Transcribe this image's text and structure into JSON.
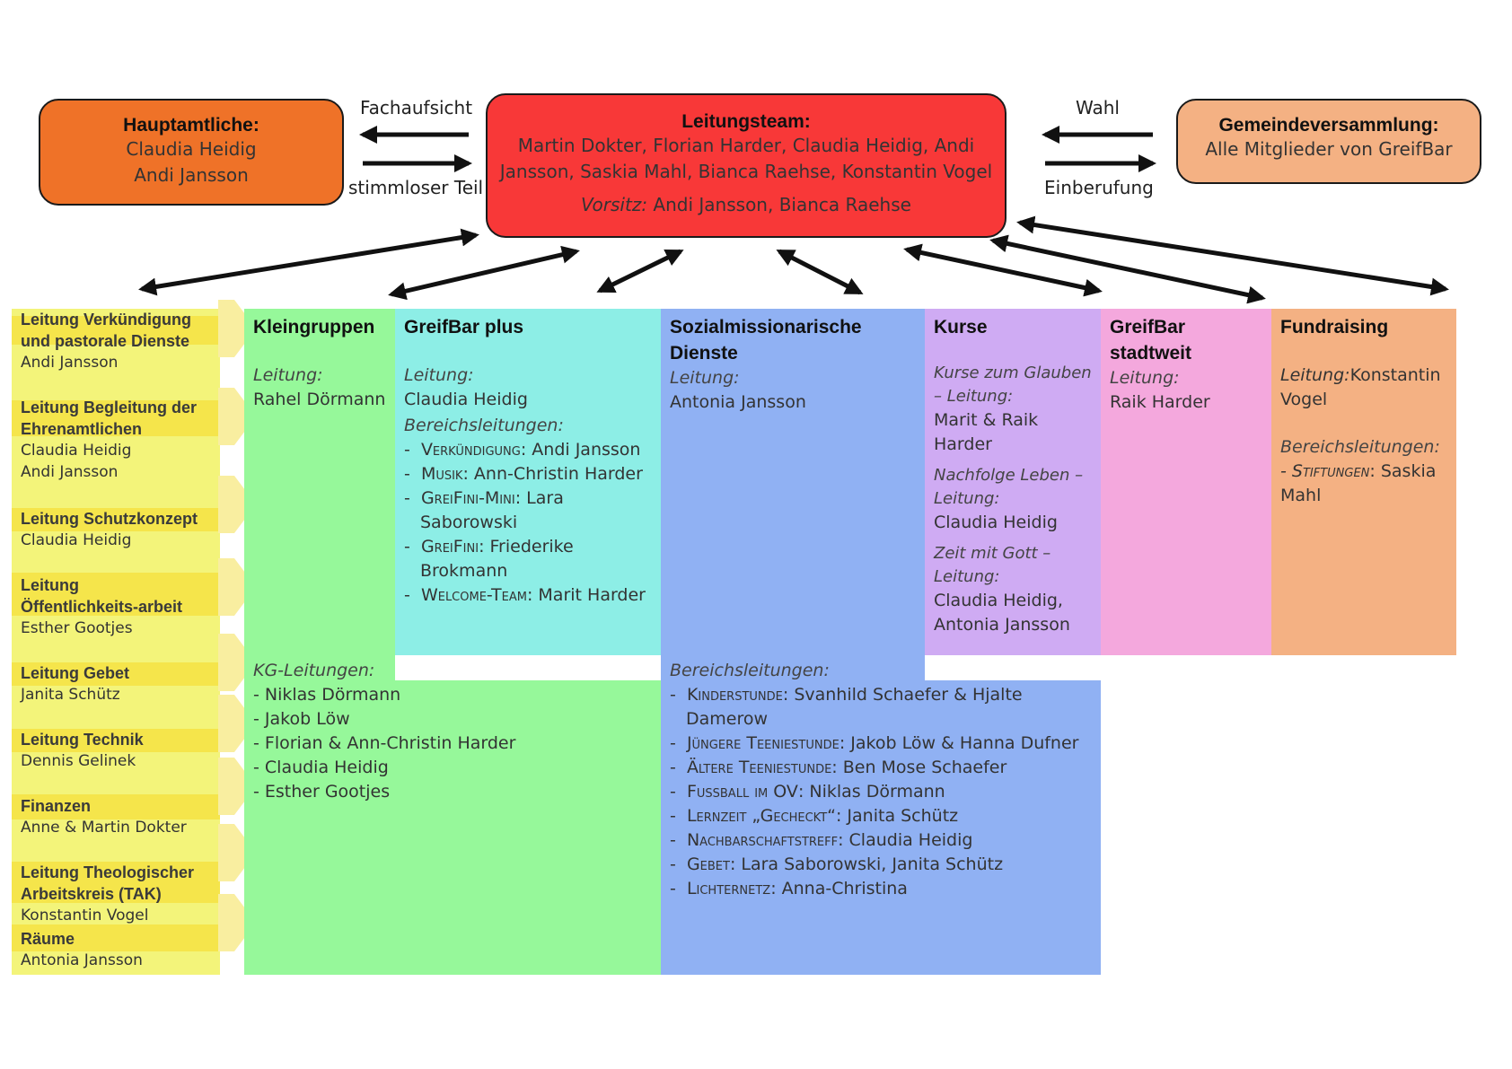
{
  "hauptamtliche": {
    "title": "Hauptamtliche:",
    "lines": [
      "Claudia Heidig",
      "Andi Jansson"
    ]
  },
  "leitungsteam": {
    "title": "Leitungsteam:",
    "line1": "Martin Dokter, Florian Harder, Claudia Heidig, Andi",
    "line2": "Jansson, Saskia Mahl, Bianca Raehse, Konstantin Vogel",
    "vorsitz_label": "Vorsitz:",
    "vorsitz_names": " Andi Jansson, Bianca Raehse"
  },
  "gemeinde": {
    "title": "Gemeindeversammlung:",
    "line": "Alle Mitglieder von GreifBar"
  },
  "labels": {
    "fachaufsicht": "Fachaufsicht",
    "stimmlos": "stimmloser Teil",
    "wahl": "Wahl",
    "einberufung": "Einberufung"
  },
  "sidebar": [
    {
      "title": "Leitung Verkündigung und pastorale Dienste",
      "people": [
        "Andi Jansson"
      ]
    },
    {
      "title": "Leitung Begleitung der Ehrenamtlichen",
      "people": [
        "Claudia Heidig",
        "Andi Jansson"
      ]
    },
    {
      "title": "Leitung Schutzkonzept",
      "people": [
        "Claudia Heidig"
      ]
    },
    {
      "title": "Leitung Öffentlichkeits-arbeit",
      "people": [
        "Esther Gootjes"
      ]
    },
    {
      "title": "Leitung Gebet",
      "people": [
        "Janita Schütz"
      ]
    },
    {
      "title": "Leitung Technik",
      "people": [
        "Dennis Gelinek"
      ]
    },
    {
      "title": "Finanzen",
      "people": [
        "Anne & Martin Dokter"
      ]
    },
    {
      "title": "Leitung Theologischer Arbeitskreis (TAK)",
      "people": [
        "Konstantin Vogel"
      ]
    },
    {
      "title": "Räume",
      "people": [
        "Antonia Jansson"
      ]
    }
  ],
  "kleingruppen": {
    "title": "Kleingruppen",
    "leitung_label": "Leitung:",
    "leitung": "Rahel Dörmann",
    "kg_label": "KG-Leitungen:",
    "kg": [
      "- Niklas Dörmann",
      "- Jakob Löw",
      "- Florian & Ann-Christin Harder",
      "- Claudia Heidig",
      "- Esther Gootjes"
    ]
  },
  "greifbarplus": {
    "title": "GreifBar plus",
    "leitung_label": "Leitung:",
    "leitung": "Claudia Heidig",
    "bereich_label": "Bereichsleitungen:",
    "items": [
      {
        "area": "Verkündigung",
        "people": ": Andi Jansson"
      },
      {
        "area": "Musik",
        "people": ": Ann-Christin Harder"
      },
      {
        "area": "GreiFini-Mini",
        "people": ": Lara Saborowski"
      },
      {
        "area": "GreiFini",
        "people": ": Friederike Brokmann"
      },
      {
        "area": "Welcome-Team",
        "people": ": Marit Harder"
      }
    ]
  },
  "sozial": {
    "title": "Sozialmissionarische Dienste",
    "leitung_label": "Leitung:",
    "leitung": "Antonia Jansson",
    "bereich_label": "Bereichsleitungen:",
    "items": [
      {
        "area": "Kinderstunde",
        "people": ": Svanhild Schaefer & Hjalte Damerow"
      },
      {
        "area": "Jüngere Teeniestunde",
        "people": ": Jakob Löw & Hanna Dufner"
      },
      {
        "area": "Ältere Teeniestunde",
        "people": ": Ben Mose Schaefer"
      },
      {
        "area": "Fussball im OV",
        "people": ": Niklas Dörmann"
      },
      {
        "area": "Lernzeit „Gecheckt“",
        "people": ": Janita Schütz"
      },
      {
        "area": "Nachbarschaftstreff",
        "people": ": Claudia Heidig"
      },
      {
        "area": "Gebet",
        "people": ": Lara Saborowski, Janita Schütz"
      },
      {
        "area": "Lichternetz",
        "people": ": Anna-Christina"
      }
    ]
  },
  "kurse": {
    "title": "Kurse",
    "groups": [
      {
        "label": "Kurse zum Glauben – Leitung:",
        "people": "Marit & Raik Harder"
      },
      {
        "label": "Nachfolge Leben – Leitung:",
        "people": "Claudia Heidig"
      },
      {
        "label": "Zeit mit Gott – Leitung:",
        "people": "Claudia Heidig, Antonia Jansson"
      }
    ]
  },
  "stadtweit": {
    "title": "GreifBar stadtweit",
    "leitung_label": "Leitung:",
    "leitung": "Raik Harder"
  },
  "fundraising": {
    "title": "Fundraising",
    "leitung_label": "Leitung:",
    "leitung": "Konstantin Vogel",
    "bereich_label": "Bereichsleitungen:",
    "item_area": "- Stiftungen",
    "item_people": ": Saskia Mahl"
  },
  "colors": {
    "hauptamtliche": "#ef7228",
    "leitungsteam": "#f83838",
    "gemeinde": "#f4b183",
    "sidebar": "#f3f47a",
    "sidebar_band": "#f5e54b",
    "kleingruppen": "#96f89a",
    "greifbarplus": "#8deee6",
    "sozial": "#90b1f3",
    "kurse": "#cfabf3",
    "stadtweit": "#f4a8dd",
    "fundraising": "#f4b183"
  }
}
